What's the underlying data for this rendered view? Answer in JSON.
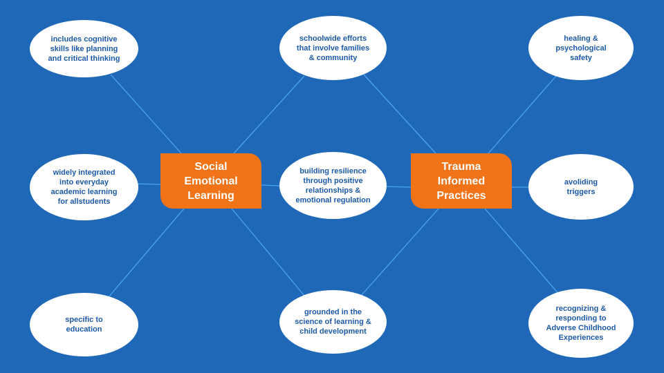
{
  "colors": {
    "background": "#1f68b8",
    "bubble": "#ffffff",
    "bubble_text": "#1d5aa6",
    "hub": "#f07318",
    "hub_text": "#ffffff",
    "connector": "#4aa6f0"
  },
  "hubs": {
    "sel": "Social\nEmotional\nLearning",
    "tip": "Trauma\nInformed\nPractices"
  },
  "bubbles": {
    "sel_top": "includes cognitive\nskills like planning\nand critical thinking",
    "sel_mid": "widely integrated\ninto everyday\nacademic learning\nfor allstudents",
    "sel_bottom": "specific to\neducation",
    "shared_top": "schoolwide efforts\nthat involve families\n& community",
    "shared_mid": "building resilience\nthrough positive\nrelationships &\nemotional regulation",
    "shared_bottom": "grounded in the\nscience of learning &\nchild development",
    "tip_top": "healing &\npsychological\nsafety",
    "tip_mid": "avoliding\ntriggers",
    "tip_bottom": "recognizing &\nresponding to\nAdverse Childhood\nExperiences"
  }
}
